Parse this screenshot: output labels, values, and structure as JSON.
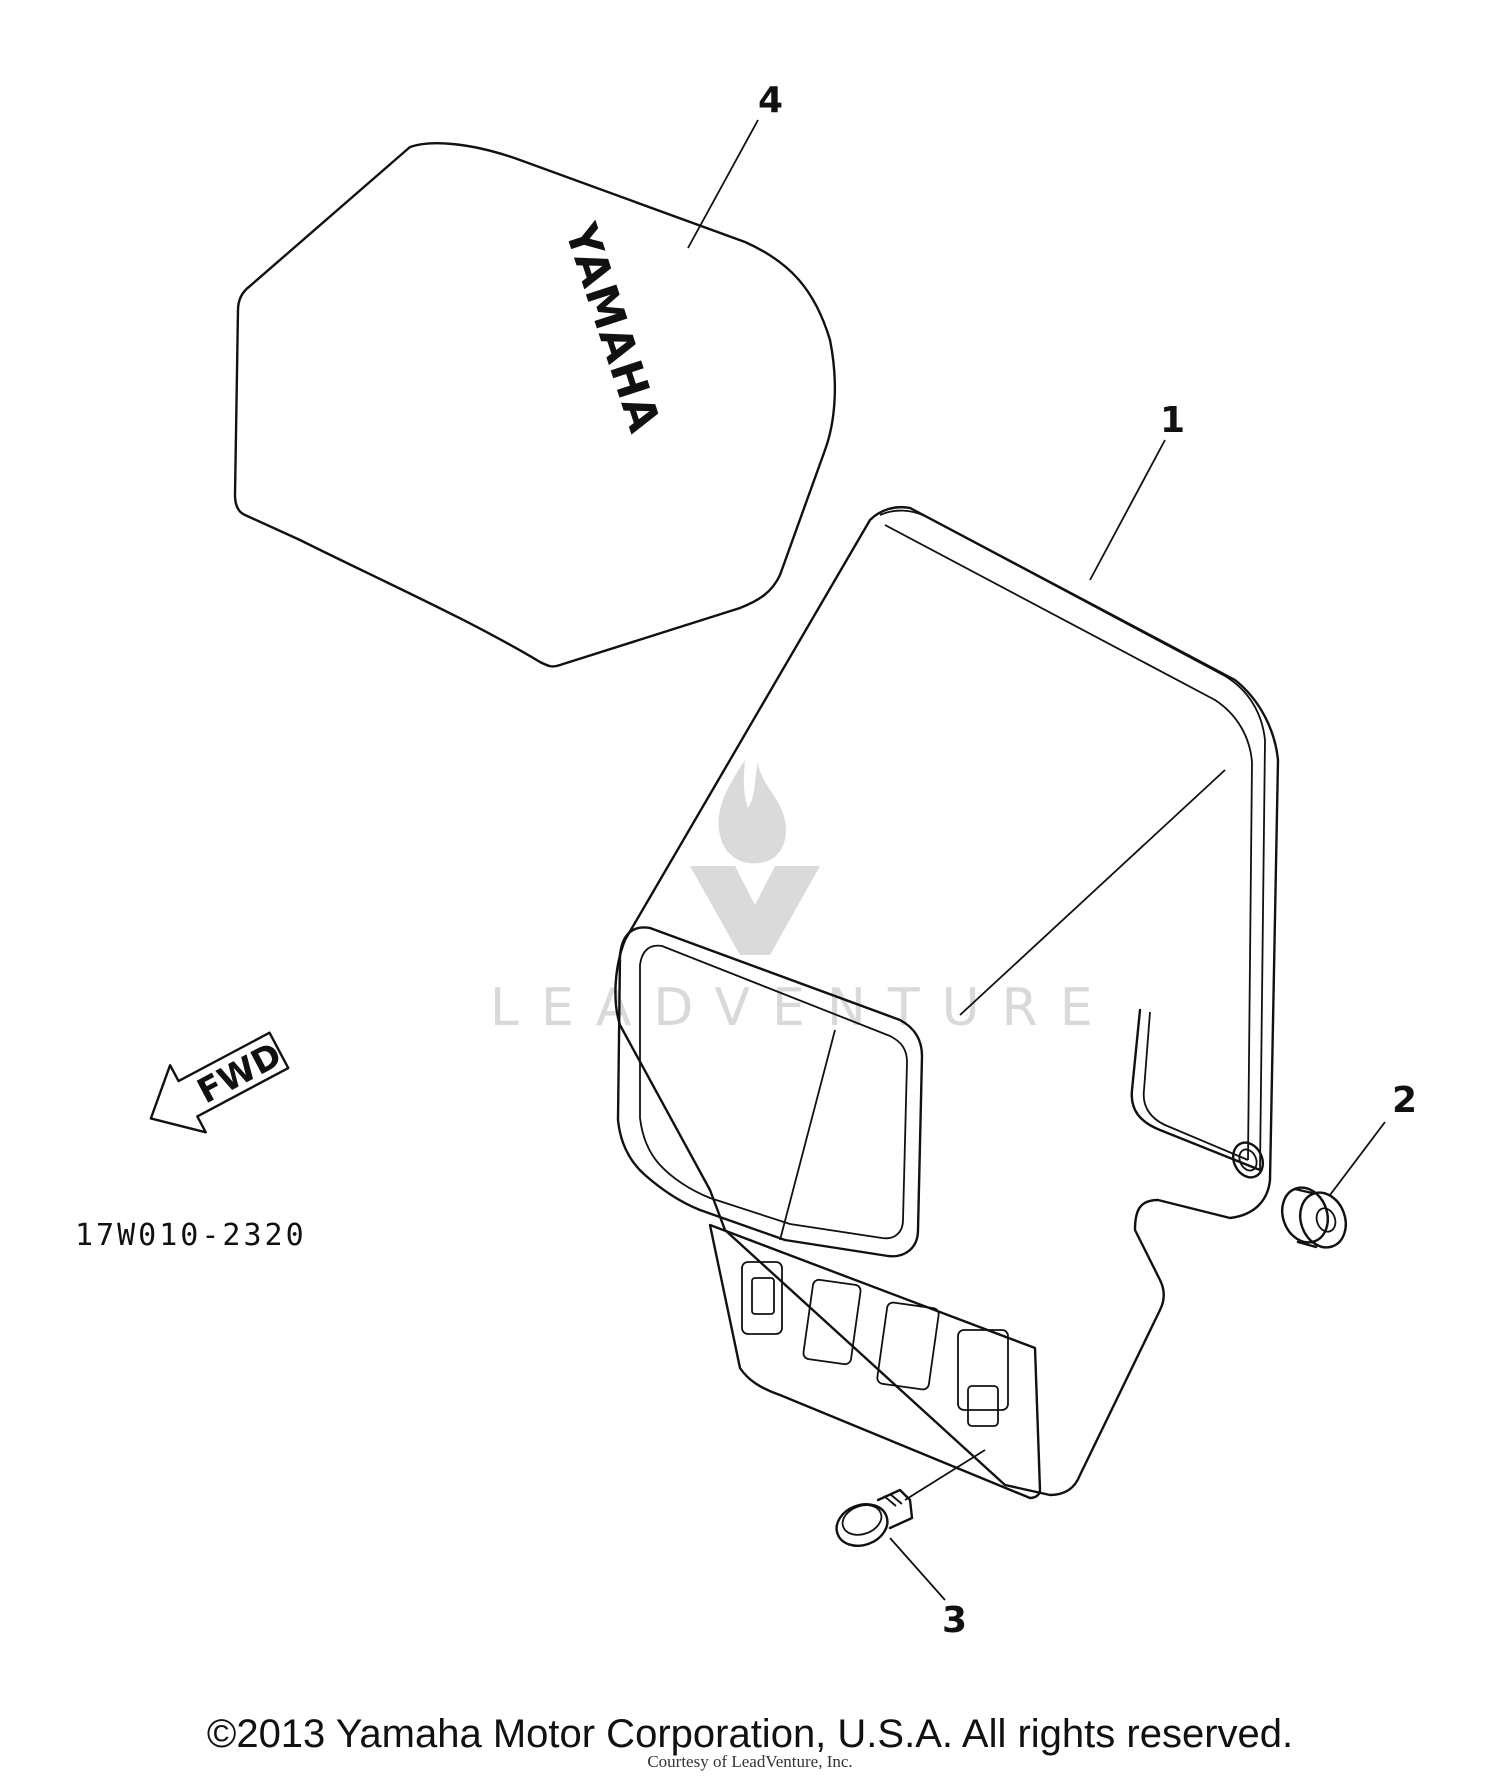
{
  "callouts": {
    "part1": "1",
    "part2": "2",
    "part3": "3",
    "part4": "4"
  },
  "decal_brand": "YAMAHA",
  "fwd_label": "FWD",
  "diagram_code": "17W010-2320",
  "watermark_text": "LEADVENTURE",
  "courtesy_text": "Courtesy of LeadVenture, Inc.",
  "copyright": "©2013 Yamaha Motor Corporation, U.S.A. All rights reserved.",
  "colors": {
    "line": "#111111",
    "watermark": "#d9d9d9",
    "background": "#ffffff"
  },
  "icons": {
    "watermark_logo": "flame-v-logo-icon",
    "fwd_arrow": "fwd-arrow-icon"
  }
}
